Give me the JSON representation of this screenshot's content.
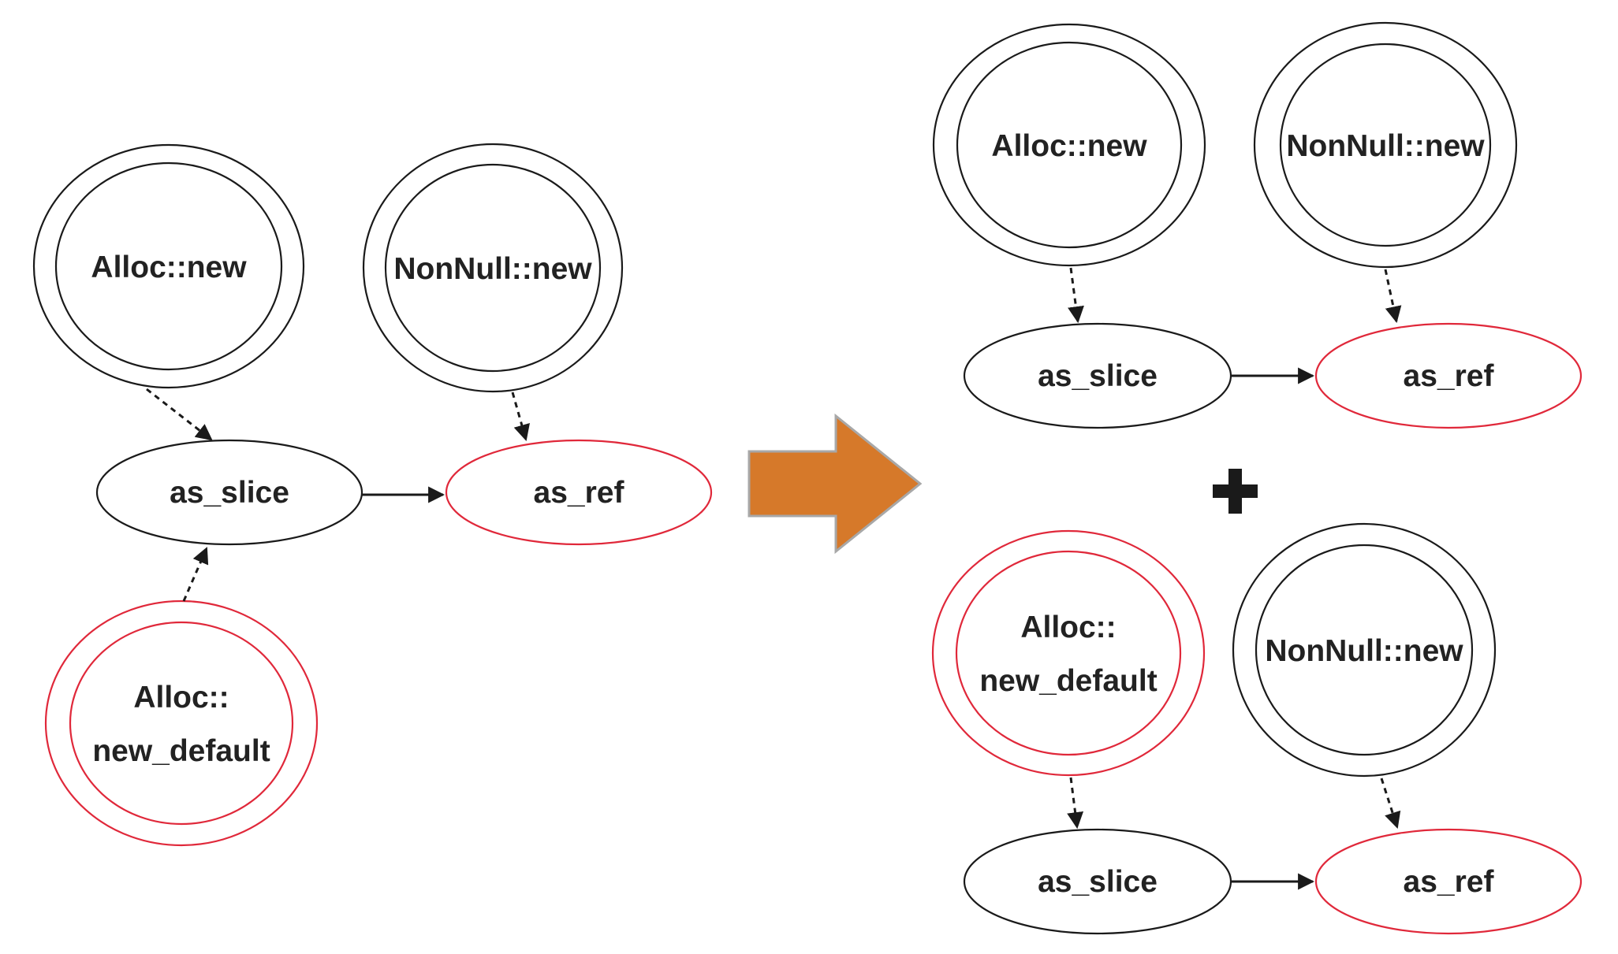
{
  "colors": {
    "black_node": "#1a1a1a",
    "red_node": "#e0283a",
    "arrow_fill": "#d6792a",
    "arrow_outline": "#a8a8a8",
    "text": "#222222"
  },
  "left_graph": {
    "nodes": {
      "alloc_new": "Alloc::new",
      "nonnull_new": "NonNull::new",
      "as_slice": "as_slice",
      "as_ref": "as_ref",
      "alloc_new_default_line1": "Alloc::",
      "alloc_new_default_line2": "new_default"
    },
    "edges": [
      {
        "from": "Alloc::new",
        "to": "as_slice",
        "style": "dashed"
      },
      {
        "from": "NonNull::new",
        "to": "as_ref",
        "style": "dashed"
      },
      {
        "from": "as_slice",
        "to": "as_ref",
        "style": "solid"
      },
      {
        "from": "Alloc::new_default",
        "to": "as_slice",
        "style": "dashed"
      }
    ]
  },
  "transform_arrow_icon": "right-arrow-icon",
  "top_graph": {
    "nodes": {
      "alloc_new": "Alloc::new",
      "nonnull_new": "NonNull::new",
      "as_slice": "as_slice",
      "as_ref": "as_ref"
    }
  },
  "plus_icon": "plus-icon",
  "bottom_graph": {
    "nodes": {
      "alloc_new_default_line1": "Alloc::",
      "alloc_new_default_line2": "new_default",
      "nonnull_new": "NonNull::new",
      "as_slice": "as_slice",
      "as_ref": "as_ref"
    }
  }
}
